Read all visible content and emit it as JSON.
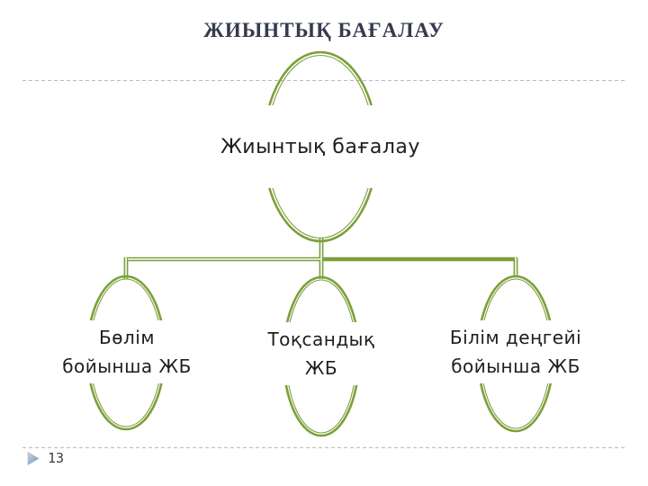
{
  "slide": {
    "title": "ЖИЫНТЫҚ БАҒАЛАУ",
    "page_number": "13"
  },
  "diagram": {
    "type": "hierarchy",
    "root": {
      "label": "Жиынтық бағалау"
    },
    "children": [
      {
        "line1": "Бөлім",
        "line2": "бойынша ЖБ"
      },
      {
        "line1": "Тоқсандық",
        "line2": "ЖБ"
      },
      {
        "line1": "Білім деңгейі",
        "line2": "бойынша ЖБ"
      }
    ]
  },
  "colors": {
    "shape_green": "#7ca03b",
    "title_text": "#353b4d",
    "body_text": "#1e1e1e",
    "dashed_rule": "#b5bbc5",
    "page_number_text": "#3e3e3e",
    "arrow_gradient_start": "#ccd7e2",
    "arrow_gradient_end": "#7191b3"
  }
}
